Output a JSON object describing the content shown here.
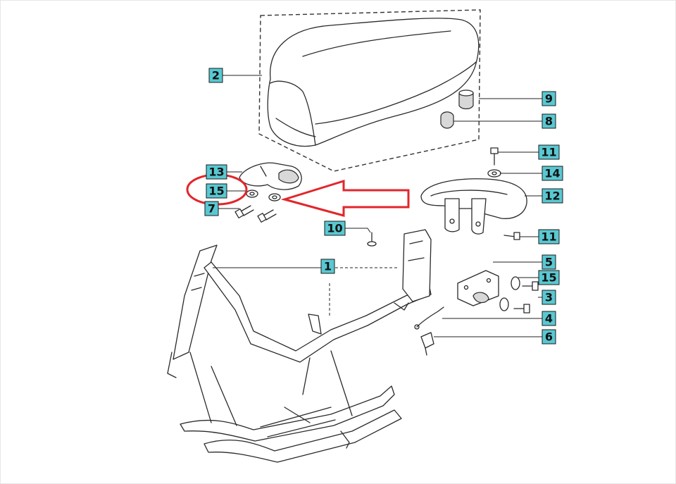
{
  "diagram": {
    "callouts": [
      {
        "id": "c1",
        "label": "1"
      },
      {
        "id": "c2",
        "label": "2"
      },
      {
        "id": "c3",
        "label": "3"
      },
      {
        "id": "c4",
        "label": "4"
      },
      {
        "id": "c5",
        "label": "5"
      },
      {
        "id": "c6",
        "label": "6"
      },
      {
        "id": "c7",
        "label": "7"
      },
      {
        "id": "c8",
        "label": "8"
      },
      {
        "id": "c9",
        "label": "9"
      },
      {
        "id": "c10",
        "label": "10"
      },
      {
        "id": "c11a",
        "label": "11"
      },
      {
        "id": "c11b",
        "label": "11"
      },
      {
        "id": "c12",
        "label": "12"
      },
      {
        "id": "c13",
        "label": "13"
      },
      {
        "id": "c14",
        "label": "14"
      },
      {
        "id": "c15a",
        "label": "15"
      },
      {
        "id": "c15b",
        "label": "15"
      }
    ],
    "colors": {
      "callout_fill": "#59c8d2",
      "annotation": "#e2262b",
      "line_art": "#2a2a2a"
    }
  }
}
